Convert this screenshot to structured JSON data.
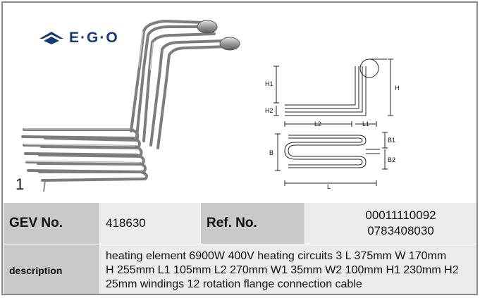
{
  "brand": {
    "name": "E·G·O",
    "icon": "ego-chevron-logo-icon",
    "color": "#163a78"
  },
  "figure_index": "1",
  "drawing_labels": {
    "h1": "H1",
    "h2": "H2",
    "h": "H",
    "l2": "L2",
    "l1": "L1",
    "b1": "B1",
    "b": "B",
    "b2": "B2",
    "l": "L"
  },
  "table": {
    "gev_label": "GEV No.",
    "gev_value": "418630",
    "ref_label": "Ref. No.",
    "ref_values": [
      "00011110092",
      "0783408030"
    ],
    "desc_label": "description",
    "desc_lines": [
      "heating element  6900W 400V heating circuits 3 L 375mm W 170mm",
      "H 255mm L1 105mm L2 270mm W1 35mm W2 100mm H1 230mm H2",
      "25mm windings 12 rotation flange connection cable"
    ]
  },
  "colors": {
    "label_bg": "#c9c9c9",
    "value_bg": "#ececec",
    "border": "#8a8a8a"
  }
}
